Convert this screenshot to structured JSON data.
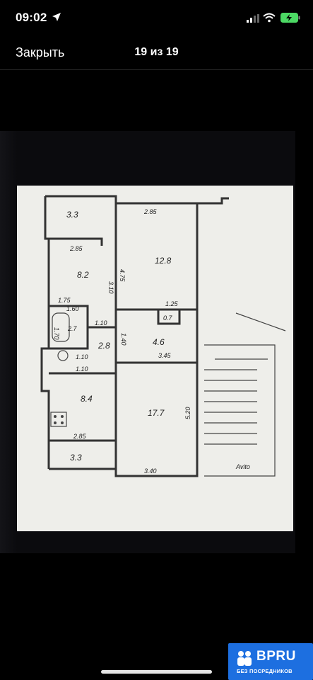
{
  "status_bar": {
    "time": "09:02",
    "icons": [
      "location-arrow-icon",
      "cellular-signal-icon",
      "wifi-icon",
      "battery-charging-icon"
    ]
  },
  "nav": {
    "close_label": "Закрыть",
    "counter": "19 из 19"
  },
  "floor_plan": {
    "rooms": [
      {
        "id": "balcony-top",
        "area": "3.3"
      },
      {
        "id": "bedroom",
        "area": "12.8"
      },
      {
        "id": "kitchen",
        "area": "8.2"
      },
      {
        "id": "closet",
        "area": "0.7"
      },
      {
        "id": "bathroom",
        "area": "2.7"
      },
      {
        "id": "corridor",
        "area": "2.8"
      },
      {
        "id": "hall",
        "area": "4.6"
      },
      {
        "id": "room-small",
        "area": "8.4"
      },
      {
        "id": "living-room",
        "area": "17.7"
      },
      {
        "id": "balcony-bottom",
        "area": "3.3"
      }
    ],
    "dimensions": [
      "2.85",
      "2.85",
      "3.10",
      "4.75",
      "1.75",
      "1.25",
      "1.60",
      "1.10",
      "1.70",
      "1.40",
      "1.10",
      "3.45",
      "2.85",
      "3.40",
      "5.20",
      "1.10"
    ],
    "watermark": "Avito"
  },
  "badge": {
    "title": "BPRU",
    "subtitle": "БЕЗ ПОСРЕДНИКОВ"
  }
}
